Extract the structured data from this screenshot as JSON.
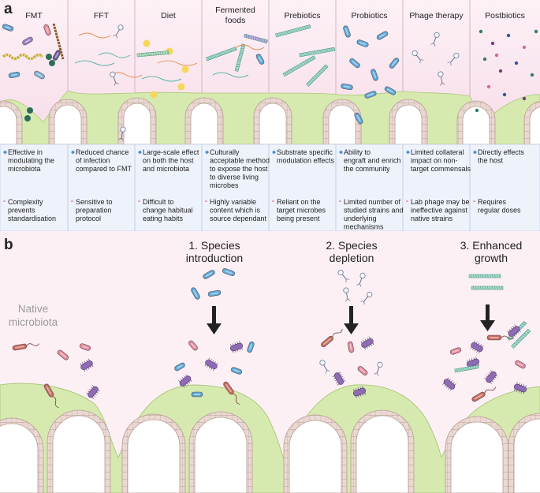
{
  "panel_a": {
    "label": "a",
    "columns": [
      {
        "title": "FMT",
        "pro": [
          "Effective in",
          "modulating the",
          "microbiota"
        ],
        "con": [
          "Complexity",
          "prevents",
          "standardisation"
        ]
      },
      {
        "title": "FFT",
        "pro": [
          "Reduced chance",
          "of infection",
          "compared to FMT"
        ],
        "con": [
          "Sensitive to",
          "preparation",
          "protocol"
        ]
      },
      {
        "title": "Diet",
        "pro": [
          "Large-scale effect",
          "on both the host",
          "and microbiota"
        ],
        "con": [
          "Difficult to",
          "change habitual",
          "eating habits"
        ]
      },
      {
        "title": "Fermented",
        "title2": "foods",
        "pro": [
          "Culturally",
          "acceptable method",
          "to expose the host",
          "to diverse living",
          "microbes"
        ],
        "con": [
          "Highly variable",
          "content which is",
          "source dependant"
        ]
      },
      {
        "title": "Prebiotics",
        "pro": [
          "Substrate specific",
          "modulation effects"
        ],
        "con": [
          "Reliant on the",
          "target microbes",
          "being present"
        ]
      },
      {
        "title": "Probiotics",
        "pro": [
          "Ability to",
          "engraft and enrich",
          "the community"
        ],
        "con": [
          "Limited number of",
          "studied strains and",
          "underlying",
          "mechanisms"
        ]
      },
      {
        "title": "Phage therapy",
        "pro": [
          "Limited collateral",
          "impact  on non-",
          "target commensals"
        ],
        "con": [
          "Lab phage may be",
          "ineffective against",
          "native strains"
        ]
      },
      {
        "title": "Postbiotics",
        "pro": [
          "Directly effects",
          "the host"
        ],
        "con": [
          "Requires",
          "regular doses"
        ]
      }
    ]
  },
  "panel_b": {
    "label": "b",
    "native_label": [
      "Native",
      "microbiota"
    ],
    "steps": [
      {
        "line1": "1. Species",
        "line2": "introduction"
      },
      {
        "line1": "2. Species",
        "line2": "depletion"
      },
      {
        "line1": "3. Enhanced",
        "line2": "growth"
      }
    ]
  },
  "colors": {
    "pink_bg": "#fbeaf1",
    "tissue_green": "#d6eab0",
    "text_box_blue": "#eef2fa",
    "pro_bullet": "#4a90d9",
    "con_bullet": "#e07a9a",
    "rod_pink": "#e58a9a",
    "rod_blue": "#5ba8d6",
    "rod_purple": "#8f6bb3",
    "arrow": "#222222"
  }
}
